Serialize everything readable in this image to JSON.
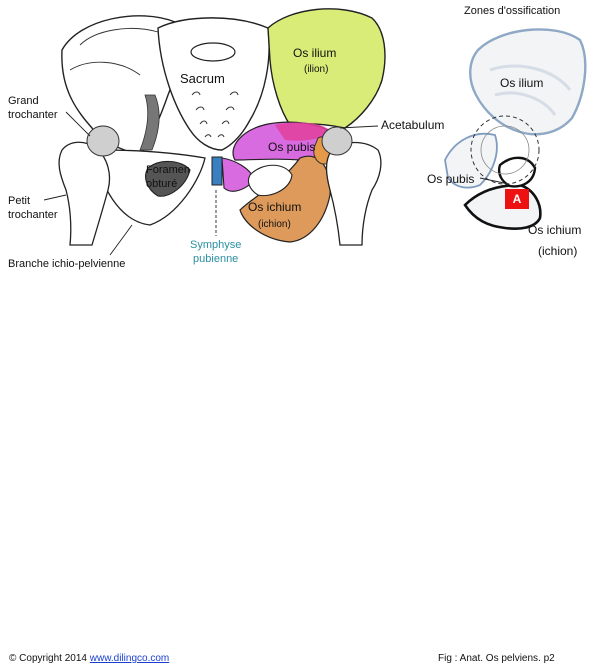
{
  "labels": {
    "grand_trochanter": "Grand\ntrochanter",
    "petit_trochanter": "Petit\ntrochanter",
    "branche": "Branche ichio-pelvienne",
    "sacrum": "Sacrum",
    "foramen": "Foramen\nobturé",
    "symphyse": "Symphyse\npubienne",
    "os_ilium": "Os ilium",
    "ilion": "(ilion)",
    "os_pubis": "Os pubis",
    "os_ischium": "Os ichium",
    "ichion": "(ichion)",
    "acetabulum": "Acetabulum"
  },
  "inset": {
    "title": "Zones d'ossification",
    "os_ilium": "Os ilium",
    "os_pubis": "Os pubis",
    "os_ichium": "Os ichium",
    "ichion": "(ichion)",
    "badge": "A"
  },
  "footer": {
    "copyright_symbol": "©",
    "copyright_text": "Copyright 2014",
    "link": "www.dilingco.com",
    "fig": "Fig :  Anat. Os pelviens. p2"
  },
  "colors": {
    "ilium": "#d9ec78",
    "pubis": "#d86be0",
    "pubis_top": "#e0409a",
    "ischium": "#dd9a5a",
    "symphysis": "#3a7fc0",
    "teal_text": "#2a8fa0",
    "badge": "#ee1111",
    "link": "#1a3fd0"
  }
}
